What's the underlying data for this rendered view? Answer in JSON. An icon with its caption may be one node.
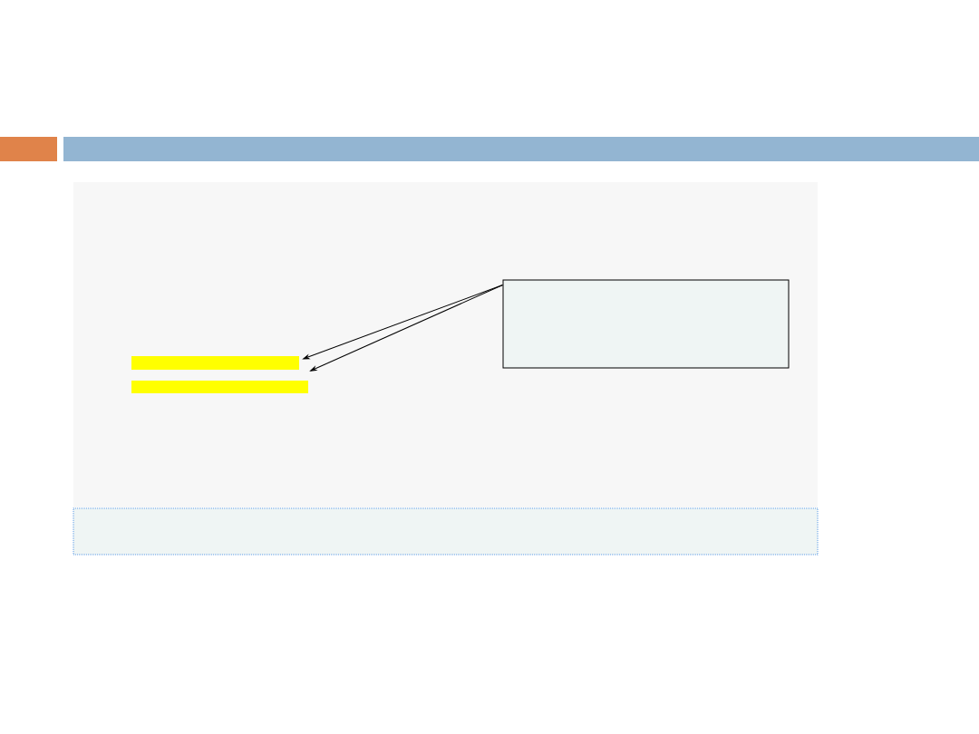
{
  "diagram": {
    "nodes": [
      {
        "text": [],
        "shape": "bar"
      },
      {
        "text": [],
        "shape": "bar"
      },
      {
        "text": [],
        "shape": "box"
      },
      {
        "text": [],
        "shape": "box"
      }
    ],
    "edges": [
      {
        "from": 2,
        "to": 0,
        "arrow": "to"
      },
      {
        "from": 2,
        "to": 1,
        "arrow": "to"
      }
    ]
  }
}
